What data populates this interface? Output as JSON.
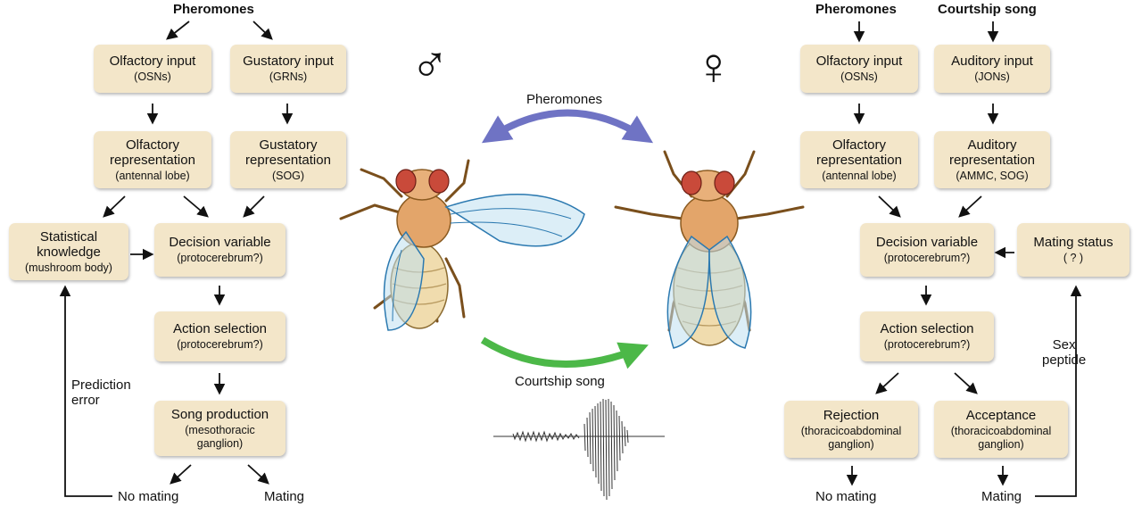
{
  "male": {
    "header": "Pheromones",
    "olfactory_input": {
      "title": "Olfactory input",
      "sub": "(OSNs)"
    },
    "gustatory_input": {
      "title": "Gustatory input",
      "sub": "(GRNs)"
    },
    "olfactory_rep": {
      "line1": "Olfactory",
      "line2": "representation",
      "sub": "(antennal lobe)"
    },
    "gustatory_rep": {
      "line1": "Gustatory",
      "line2": "representation",
      "sub": "(SOG)"
    },
    "statistical": {
      "line1": "Statistical",
      "line2": "knowledge",
      "sub": "(mushroom body)"
    },
    "decision": {
      "title": "Decision variable",
      "sub": "(protocerebrum?)"
    },
    "action": {
      "title": "Action selection",
      "sub": "(protocerebrum?)"
    },
    "song": {
      "title": "Song production",
      "sub1": "(mesothoracic",
      "sub2": "ganglion)"
    },
    "no_mating": "No mating",
    "mating": "Mating",
    "prediction_error": {
      "line1": "Prediction",
      "line2": "error"
    }
  },
  "center": {
    "male_symbol": "♂",
    "female_symbol": "♀",
    "pheromones": "Pheromones",
    "courtship_song": "Courtship song",
    "colors": {
      "pheromones_arrow": "#6f73c4",
      "song_arrow": "#4cb848"
    }
  },
  "female": {
    "header_pheromones": "Pheromones",
    "header_song": "Courtship song",
    "olfactory_input": {
      "title": "Olfactory input",
      "sub": "(OSNs)"
    },
    "auditory_input": {
      "title": "Auditory input",
      "sub": "(JONs)"
    },
    "olfactory_rep": {
      "line1": "Olfactory",
      "line2": "representation",
      "sub": "(antennal lobe)"
    },
    "auditory_rep": {
      "line1": "Auditory",
      "line2": "representation",
      "sub": "(AMMC, SOG)"
    },
    "decision": {
      "title": "Decision variable",
      "sub": "(protocerebrum?)"
    },
    "mating_status": {
      "title": "Mating status",
      "sub": "( ? )"
    },
    "action": {
      "title": "Action selection",
      "sub": "(protocerebrum?)"
    },
    "rejection": {
      "title": "Rejection",
      "sub1": "(thoracicoabdominal",
      "sub2": "ganglion)"
    },
    "acceptance": {
      "title": "Acceptance",
      "sub1": "(thoracicoabdominal",
      "sub2": "ganglion)"
    },
    "no_mating": "No mating",
    "mating": "Mating",
    "sex_peptide": {
      "line1": "Sex",
      "line2": "peptide"
    }
  }
}
